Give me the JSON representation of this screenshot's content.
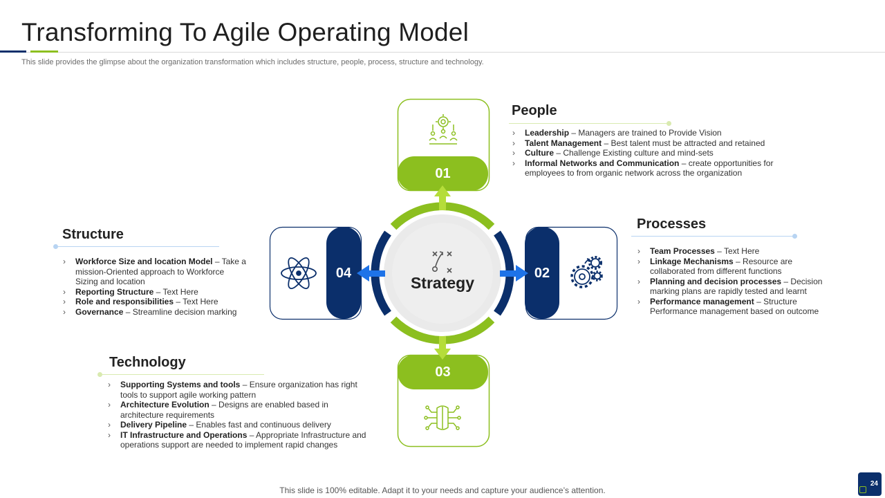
{
  "slide": {
    "title": "Transforming To Agile Operating Model",
    "subtitle": "This slide provides the glimpse about the organization transformation which includes structure, people, process, structure and technology.",
    "footer": "This slide is 100% editable. Adapt it to your needs and capture your audience’s attention.",
    "page_number": "24"
  },
  "center": {
    "label": "Strategy"
  },
  "colors": {
    "navy": "#0b2f6b",
    "green": "#8cbf1f",
    "arrow_blue": "#1e73e8",
    "arrow_green": "#b5dd3a"
  },
  "people": {
    "number": "01",
    "title": "People",
    "items": [
      {
        "term": "Leadership",
        "text": " – Managers are trained to Provide Vision"
      },
      {
        "term": "Talent Management",
        "text": " – Best talent must be attracted and retained"
      },
      {
        "term": "Culture",
        "text": " – Challenge Existing culture and mind-sets"
      },
      {
        "term": "Informal Networks and Communication",
        "text": " – create opportunities for employees to from organic network across the organization"
      }
    ]
  },
  "processes": {
    "number": "02",
    "title": "Processes",
    "items": [
      {
        "term": "Team Processes",
        "text": " – Text Here"
      },
      {
        "term": "Linkage Mechanisms",
        "text": " – Resource are collaborated from different functions"
      },
      {
        "term": "Planning and decision processes",
        "text": " – Decision marking plans are rapidly tested and learnt"
      },
      {
        "term": "Performance management",
        "text": " – Structure Performance management based on outcome"
      }
    ]
  },
  "technology": {
    "number": "03",
    "title": "Technology",
    "items": [
      {
        "term": "Supporting Systems and tools",
        "text": " – Ensure organization has right tools to support agile working pattern"
      },
      {
        "term": "Architecture Evolution",
        "text": " – Designs are enabled based in architecture requirements"
      },
      {
        "term": "Delivery Pipeline",
        "text": " – Enables fast and continuous delivery"
      },
      {
        "term": "IT Infrastructure and Operations",
        "text": " – Appropriate Infrastructure and operations support are needed to implement rapid changes"
      }
    ]
  },
  "structure": {
    "number": "04",
    "title": "Structure",
    "items": [
      {
        "term": "Workforce Size and location Model",
        "text": " – Take a mission-Oriented approach to Workforce Sizing and location"
      },
      {
        "term": "Reporting Structure",
        "text": " – Text Here"
      },
      {
        "term": "Role and responsibilities",
        "text": " – Text Here"
      },
      {
        "term": "Governance",
        "text": " – Streamline decision marking"
      }
    ]
  },
  "icons": {
    "people": "team-network-icon",
    "processes": "gears-icon",
    "technology": "circuit-icon",
    "structure": "atom-icon",
    "center": "strategy-play-icon"
  }
}
